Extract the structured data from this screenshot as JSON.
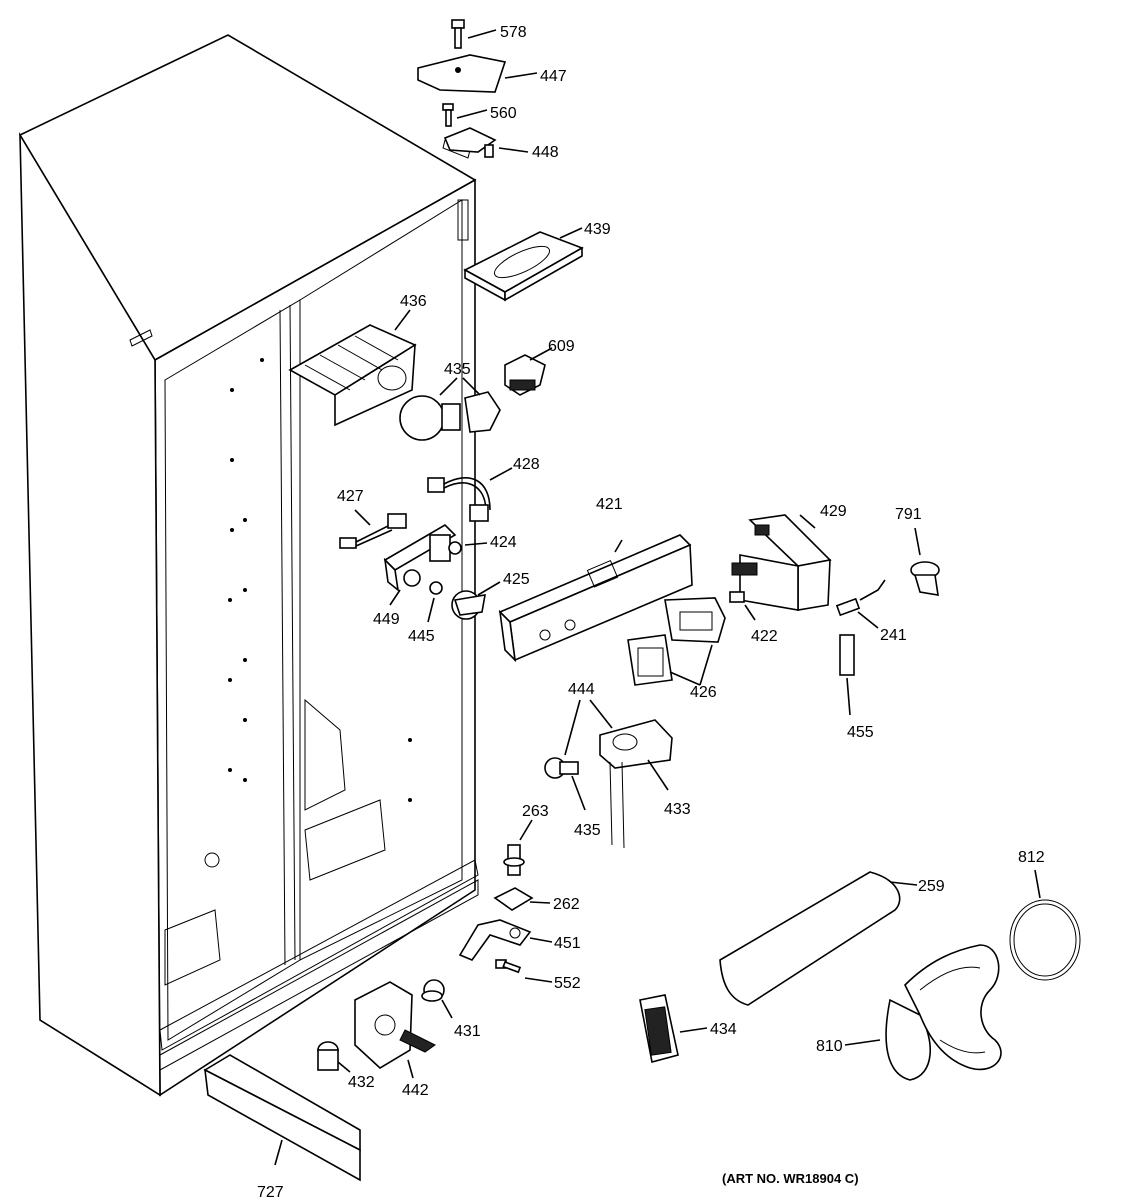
{
  "art_number": "(ART NO. WR18904 C)",
  "callouts": [
    {
      "id": "578",
      "text": "578"
    },
    {
      "id": "447",
      "text": "447"
    },
    {
      "id": "560",
      "text": "560"
    },
    {
      "id": "448",
      "text": "448"
    },
    {
      "id": "439",
      "text": "439"
    },
    {
      "id": "436",
      "text": "436"
    },
    {
      "id": "609",
      "text": "609"
    },
    {
      "id": "435a",
      "text": "435"
    },
    {
      "id": "428",
      "text": "428"
    },
    {
      "id": "427",
      "text": "427"
    },
    {
      "id": "421",
      "text": "421"
    },
    {
      "id": "429",
      "text": "429"
    },
    {
      "id": "791",
      "text": "791"
    },
    {
      "id": "424",
      "text": "424"
    },
    {
      "id": "425",
      "text": "425"
    },
    {
      "id": "449",
      "text": "449"
    },
    {
      "id": "445",
      "text": "445"
    },
    {
      "id": "422",
      "text": "422"
    },
    {
      "id": "241",
      "text": "241"
    },
    {
      "id": "426",
      "text": "426"
    },
    {
      "id": "444",
      "text": "444"
    },
    {
      "id": "455",
      "text": "455"
    },
    {
      "id": "433",
      "text": "433"
    },
    {
      "id": "435b",
      "text": "435"
    },
    {
      "id": "263",
      "text": "263"
    },
    {
      "id": "812",
      "text": "812"
    },
    {
      "id": "259",
      "text": "259"
    },
    {
      "id": "262",
      "text": "262"
    },
    {
      "id": "451",
      "text": "451"
    },
    {
      "id": "552",
      "text": "552"
    },
    {
      "id": "431",
      "text": "431"
    },
    {
      "id": "434",
      "text": "434"
    },
    {
      "id": "810",
      "text": "810"
    },
    {
      "id": "432",
      "text": "432"
    },
    {
      "id": "442",
      "text": "442"
    },
    {
      "id": "727",
      "text": "727"
    }
  ]
}
